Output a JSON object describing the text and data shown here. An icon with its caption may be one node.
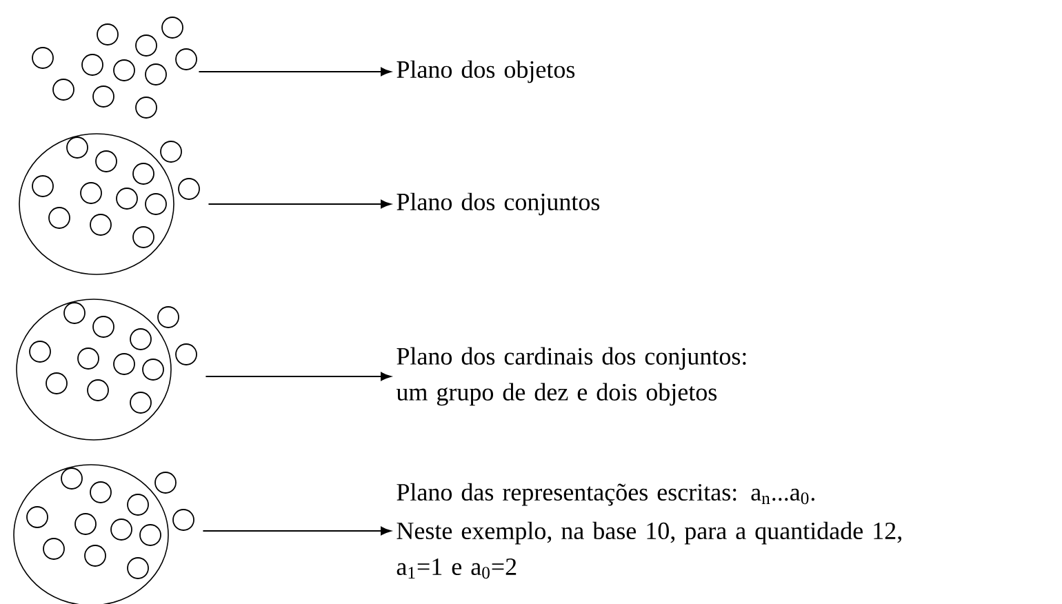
{
  "diagram": {
    "nodes": [
      {
        "text": [],
        "shape": "picture"
      },
      {
        "text": [],
        "shape": "picture"
      },
      {
        "text": [],
        "shape": "picture"
      },
      {
        "text": [],
        "shape": "picture"
      },
      {
        "text": [
          "Plano dos objetos"
        ]
      },
      {
        "text": [
          "Plano dos conjuntos"
        ]
      },
      {
        "text": [
          "Plano dos cardinais dos conjuntos: um grupo de dez e dois objetos"
        ]
      },
      {
        "text": [
          "Plano das representações escritas: a$_{n}$...a$_{0}$.",
          "Neste exemplo, na base 10, para a quantidade 12, a$_{1}$=1 e a$_{0}$=2"
        ]
      }
    ],
    "edges": [
      {
        "from": 0,
        "to": 4,
        "arrow": "to"
      },
      {
        "from": 1,
        "to": 5,
        "arrow": "to"
      },
      {
        "from": 2,
        "to": 6,
        "arrow": "to"
      },
      {
        "from": 3,
        "to": 7,
        "arrow": "to"
      }
    ]
  }
}
